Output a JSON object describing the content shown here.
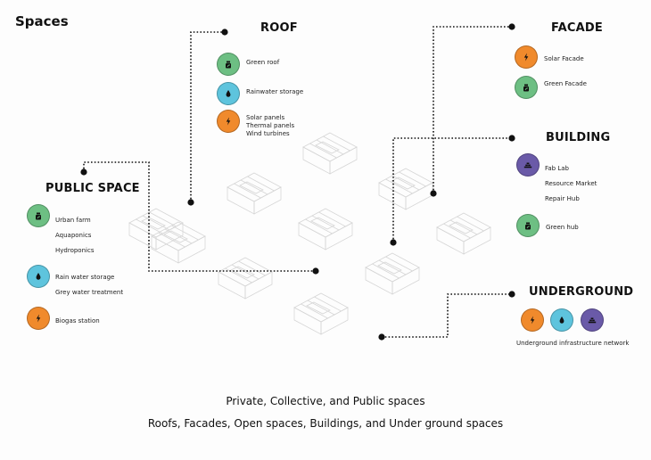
{
  "title": "Spaces",
  "colors": {
    "green": "#6dbf83",
    "blue": "#5ec4dd",
    "orange": "#f08a2c",
    "purple": "#6a5aa8"
  },
  "icons": {
    "green": "leaf-bag-icon",
    "blue": "water-drop-icon",
    "orange": "lightning-bolt-icon",
    "purple": "bricks-icon"
  },
  "sections": {
    "roof": {
      "heading": "ROOF",
      "items": [
        {
          "icon": "green",
          "label": "Green roof"
        },
        {
          "icon": "blue",
          "label": "Rainwater storage"
        },
        {
          "icon": "orange",
          "lines": [
            "Solar panels",
            "Thermal panels",
            "Wind turbines"
          ]
        }
      ]
    },
    "facade": {
      "heading": "FACADE",
      "items": [
        {
          "icon": "orange",
          "label": "Solar Facade"
        },
        {
          "icon": "green",
          "label": "Green Facade"
        }
      ]
    },
    "building": {
      "heading": "BUILDING",
      "items": [
        {
          "icon": "purple",
          "lines": [
            "Fab Lab",
            "Resource Market",
            "Repair Hub"
          ]
        },
        {
          "icon": "green",
          "label": "Green hub"
        }
      ]
    },
    "public_space": {
      "heading": "PUBLIC SPACE",
      "items": [
        {
          "icon": "green",
          "lines": [
            "Urban farm",
            "Aquaponics",
            "Hydroponics"
          ]
        },
        {
          "icon": "blue",
          "lines": [
            "Rain water storage",
            "Grey water treatment"
          ]
        },
        {
          "icon": "orange",
          "label": "Biogas station"
        }
      ]
    },
    "underground": {
      "heading": "UNDERGROUND",
      "icons": [
        "orange",
        "blue",
        "purple"
      ],
      "label": "Underground infrastructure network"
    }
  },
  "captions": [
    "Private, Collective, and Public spaces",
    "Roofs, Facades, Open spaces, Buildings, and Under ground spaces"
  ]
}
